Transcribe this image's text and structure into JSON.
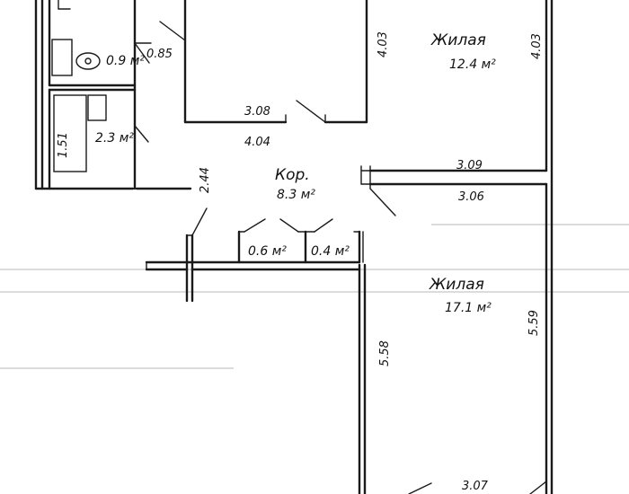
{
  "rooms": {
    "living_upper": {
      "name": "Жилая",
      "area": "12.4 м²"
    },
    "living_lower": {
      "name": "Жилая",
      "area": "17.1 м²"
    },
    "corridor": {
      "name": "Кор.",
      "area": "8.3 м²"
    },
    "toilet": {
      "area": "0.9 м²"
    },
    "bathroom": {
      "area": "2.3 м²"
    },
    "closet_1": {
      "area": "0.6 м²"
    },
    "closet_2": {
      "area": "0.4 м²"
    }
  },
  "dimensions": {
    "d_085": "0.85",
    "d_403_left": "4.03",
    "d_403_right": "4.03",
    "d_308": "3.08",
    "d_404": "4.04",
    "d_151": "1.51",
    "d_244": "2.44",
    "d_309": "3.09",
    "d_306": "3.06",
    "d_558": "5.58",
    "d_559": "5.59",
    "d_307": "3.07"
  }
}
